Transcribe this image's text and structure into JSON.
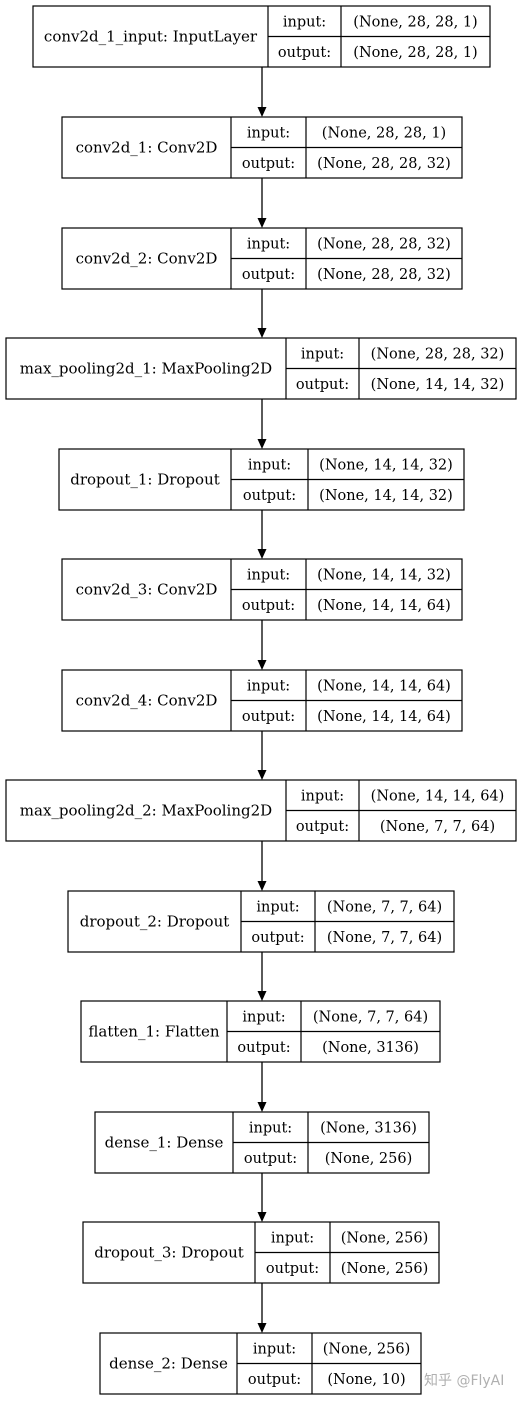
{
  "diagram": {
    "type": "keras-model-graph",
    "nodes": [
      {
        "name": "conv2d_1_input: InputLayer",
        "input_label": "input:",
        "input_shape": "(None, 28, 28, 1)",
        "output_label": "output:",
        "output_shape": "(None, 28, 28, 1)"
      },
      {
        "name": "conv2d_1: Conv2D",
        "input_label": "input:",
        "input_shape": "(None, 28, 28, 1)",
        "output_label": "output:",
        "output_shape": "(None, 28, 28, 32)"
      },
      {
        "name": "conv2d_2: Conv2D",
        "input_label": "input:",
        "input_shape": "(None, 28, 28, 32)",
        "output_label": "output:",
        "output_shape": "(None, 28, 28, 32)"
      },
      {
        "name": "max_pooling2d_1: MaxPooling2D",
        "input_label": "input:",
        "input_shape": "(None, 28, 28, 32)",
        "output_label": "output:",
        "output_shape": "(None, 14, 14, 32)"
      },
      {
        "name": "dropout_1: Dropout",
        "input_label": "input:",
        "input_shape": "(None, 14, 14, 32)",
        "output_label": "output:",
        "output_shape": "(None, 14, 14, 32)"
      },
      {
        "name": "conv2d_3: Conv2D",
        "input_label": "input:",
        "input_shape": "(None, 14, 14, 32)",
        "output_label": "output:",
        "output_shape": "(None, 14, 14, 64)"
      },
      {
        "name": "conv2d_4: Conv2D",
        "input_label": "input:",
        "input_shape": "(None, 14, 14, 64)",
        "output_label": "output:",
        "output_shape": "(None, 14, 14, 64)"
      },
      {
        "name": "max_pooling2d_2: MaxPooling2D",
        "input_label": "input:",
        "input_shape": "(None, 14, 14, 64)",
        "output_label": "output:",
        "output_shape": "(None, 7, 7, 64)"
      },
      {
        "name": "dropout_2: Dropout",
        "input_label": "input:",
        "input_shape": "(None, 7, 7, 64)",
        "output_label": "output:",
        "output_shape": "(None, 7, 7, 64)"
      },
      {
        "name": "flatten_1: Flatten",
        "input_label": "input:",
        "input_shape": "(None, 7, 7, 64)",
        "output_label": "output:",
        "output_shape": "(None, 3136)"
      },
      {
        "name": "dense_1: Dense",
        "input_label": "input:",
        "input_shape": "(None, 3136)",
        "output_label": "output:",
        "output_shape": "(None, 256)"
      },
      {
        "name": "dropout_3: Dropout",
        "input_label": "input:",
        "input_shape": "(None, 256)",
        "output_label": "output:",
        "output_shape": "(None, 256)"
      },
      {
        "name": "dense_2: Dense",
        "input_label": "input:",
        "input_shape": "(None, 256)",
        "output_label": "output:",
        "output_shape": "(None, 10)"
      }
    ]
  },
  "watermark": "知乎 @FlyAI"
}
